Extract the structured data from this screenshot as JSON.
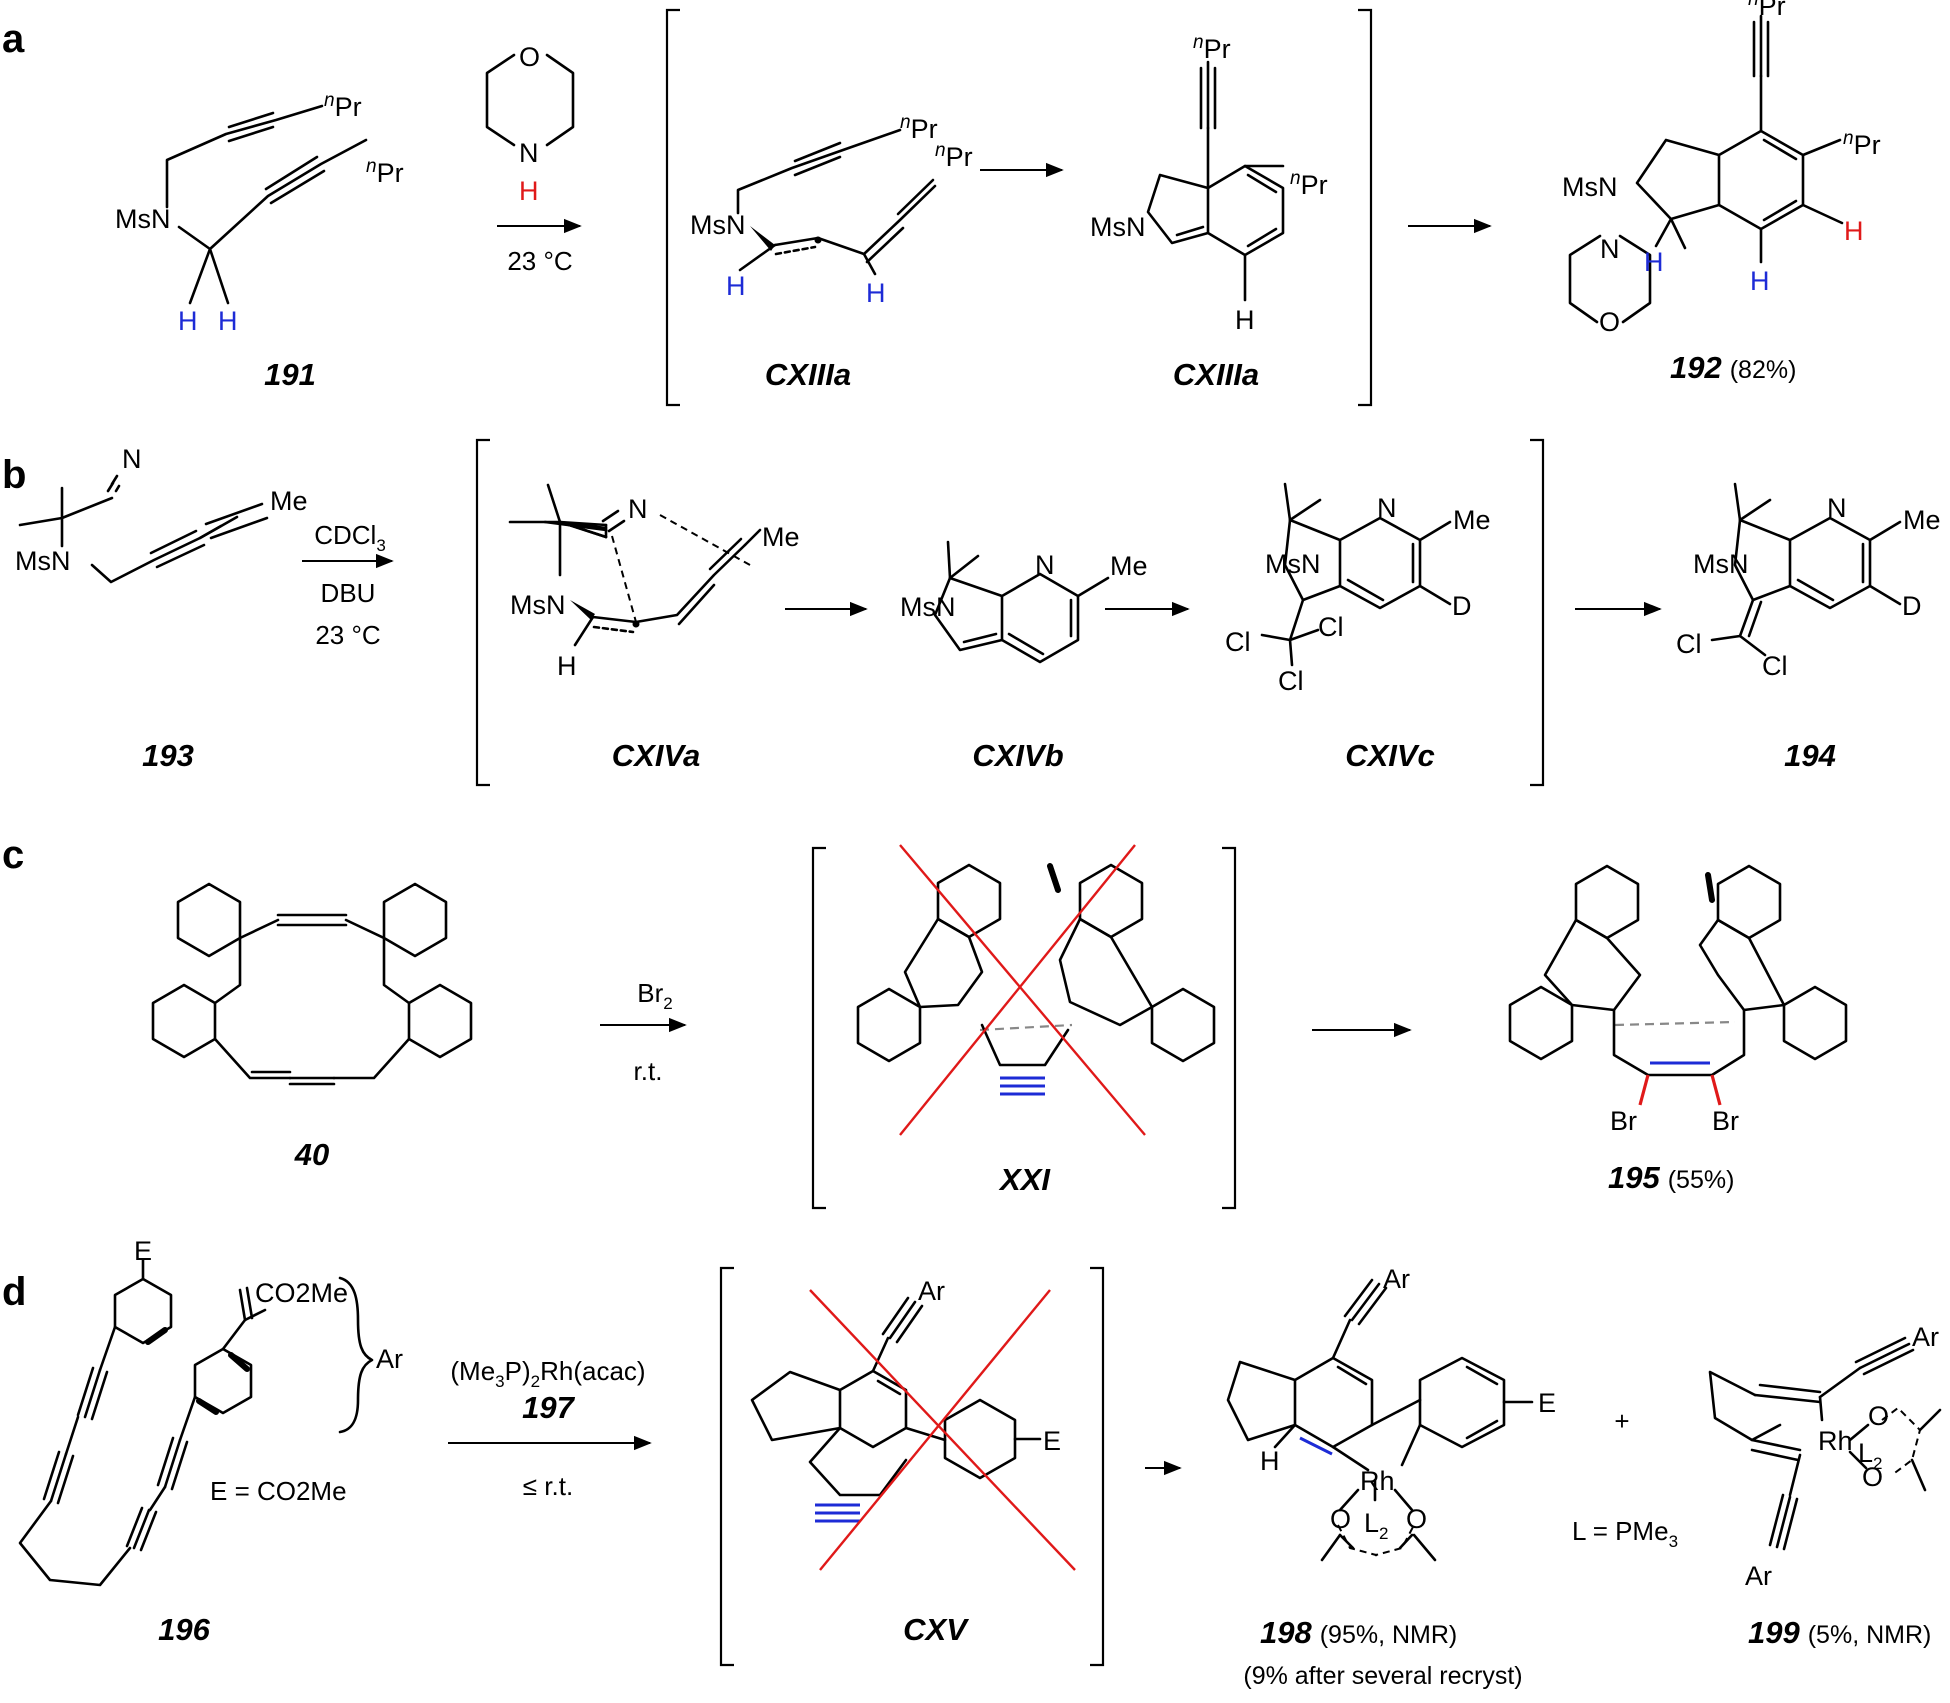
{
  "panels": {
    "a": "a",
    "b": "b",
    "c": "c",
    "d": "d"
  },
  "atoms": {
    "npr_sup": "n",
    "pr": "Pr",
    "msn": "MsN",
    "n": "N",
    "o": "O",
    "h": "H",
    "me": "Me",
    "d": "D",
    "cl": "Cl",
    "br": "Br",
    "ar": "Ar",
    "e": "E",
    "rh": "Rh",
    "l2": "L",
    "sub2": "2",
    "co2me": "CO2Me"
  },
  "scheme_a": {
    "conditions": "23 °C",
    "compounds": {
      "c191": "191",
      "cxiiia_1": "CXIIIa",
      "cxiiia_2": "CXIIIa",
      "c192": "192",
      "c192_yield": "(82%)"
    }
  },
  "scheme_b": {
    "reagent": "CDCl3",
    "reagent_base": "CDCl",
    "reagent_sub": "3",
    "base": "DBU",
    "temperature": "23 °C",
    "compounds": {
      "c193": "193",
      "cxiva": "CXIVa",
      "cxivb": "CXIVb",
      "cxivc": "CXIVc",
      "c194": "194"
    }
  },
  "scheme_c": {
    "reagent": "Br2",
    "reagent_base": "Br",
    "reagent_sub": "2",
    "conditions": "r.t.",
    "compounds": {
      "c40": "40",
      "xxi": "XXI",
      "c195": "195",
      "c195_yield": "(55%)"
    }
  },
  "scheme_d": {
    "catalyst": "(Me3P)2Rh(acac)",
    "catalyst_parts": [
      "(Me",
      "3",
      "P)",
      "2",
      "Rh(acac)"
    ],
    "catalyst_label": "197",
    "conditions": "≤ r.t.",
    "e_definition": "E = CO2Me",
    "l_definition": "L = PMe3",
    "l_definition_base": "L = PMe",
    "l_definition_sub": "3",
    "plus": "+",
    "compounds": {
      "c196": "196",
      "cxv": "CXV",
      "c198": "198",
      "c198_yield": "(95%, NMR)",
      "c198_note": "(9% after several recryst)",
      "c199": "199",
      "c199_yield": "(5%, NMR)"
    }
  },
  "colors": {
    "highlight_blue": "#1d2bd6",
    "highlight_red": "#e01919",
    "bond": "#000000"
  }
}
